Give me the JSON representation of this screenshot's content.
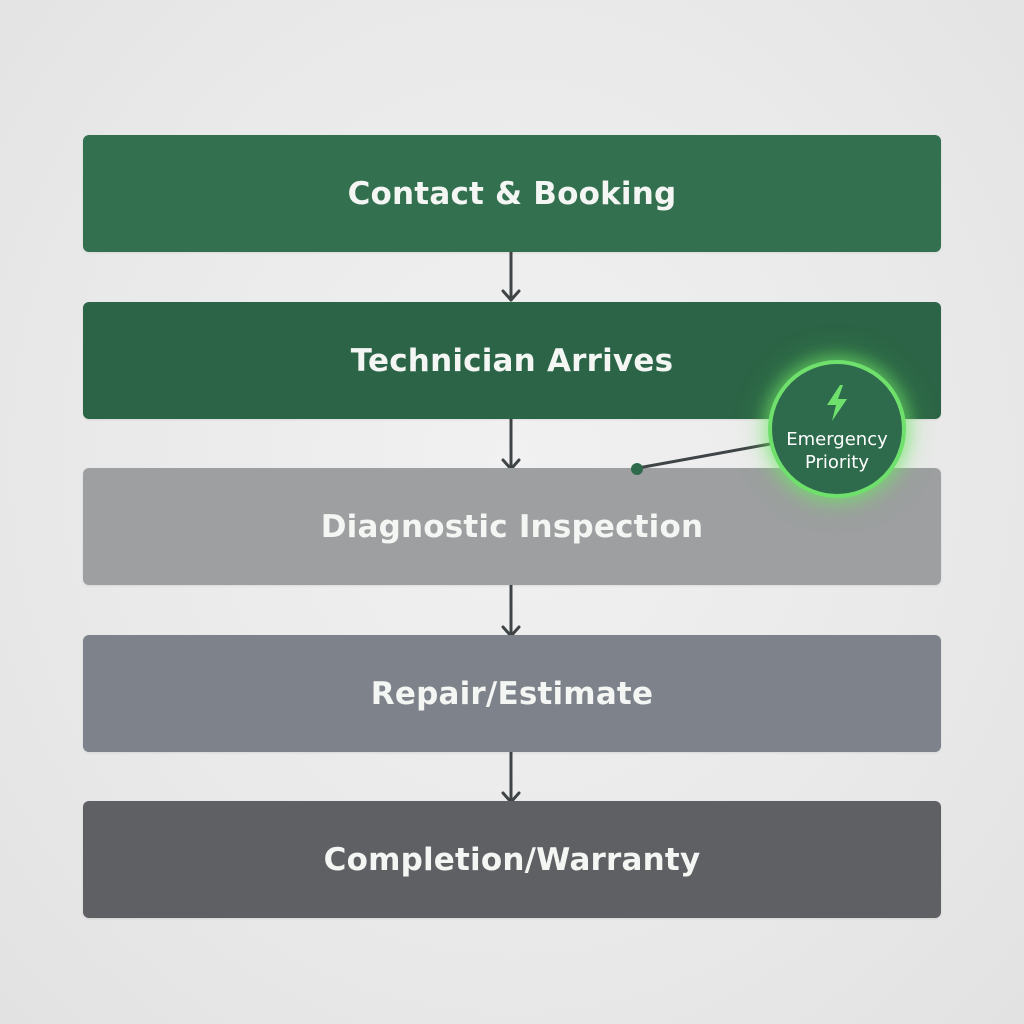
{
  "steps": [
    {
      "label": "Contact & Booking",
      "color": "#33704f"
    },
    {
      "label": "Technician Arrives",
      "color": "#2b6446"
    },
    {
      "label": "Diagnostic Inspection",
      "color": "#9d9fa0"
    },
    {
      "label": "Repair/Estimate",
      "color": "#7e838b"
    },
    {
      "label": "Completion/Warranty",
      "color": "#5e6063"
    }
  ],
  "callout": {
    "icon": "lightning-bolt-icon",
    "label": "Emergency Priority",
    "accent": "#6fe06c",
    "fill": "#2e6b4c"
  }
}
